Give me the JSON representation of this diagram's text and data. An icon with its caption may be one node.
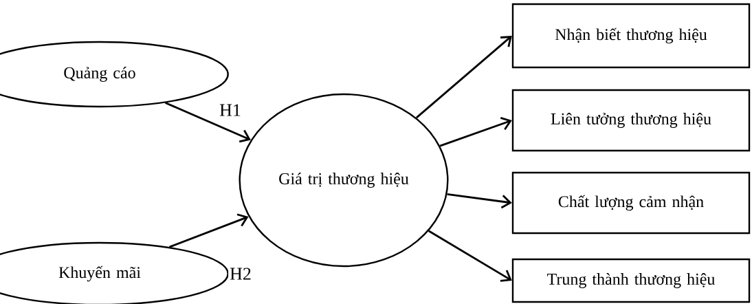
{
  "diagram": {
    "nodes": [
      {
        "text": [
          "Quảng cáo"
        ]
      },
      {
        "text": [
          "Khuyến mãi"
        ]
      },
      {
        "text": [
          "Giá trị thương hiệu"
        ]
      },
      {
        "text": [
          "Nhận biết thương hiệu"
        ]
      },
      {
        "text": [
          "Liên tưởng thương hiệu"
        ]
      },
      {
        "text": [
          "Chất lượng cảm nhận"
        ]
      },
      {
        "text": [
          "Trung thành thương hiệu"
        ]
      }
    ],
    "edges": [
      {
        "from": 0,
        "to": 2,
        "arrow": "to",
        "label": "H1"
      },
      {
        "from": 1,
        "to": 2,
        "arrow": "to",
        "label": "H2"
      },
      {
        "from": 2,
        "to": 3,
        "arrow": "to"
      },
      {
        "from": 2,
        "to": 4,
        "arrow": "to"
      },
      {
        "from": 2,
        "to": 5,
        "arrow": "to"
      },
      {
        "from": 2,
        "to": 6,
        "arrow": "to"
      }
    ]
  }
}
